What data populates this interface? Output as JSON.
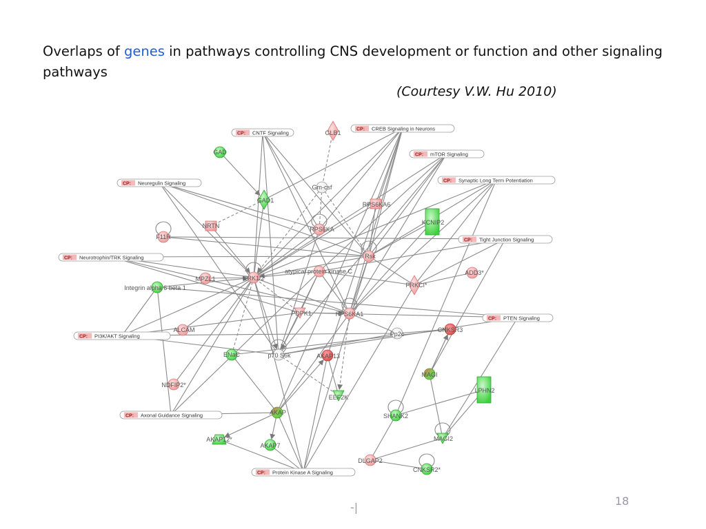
{
  "title": {
    "prefix": "Overlaps of ",
    "highlight": "genes",
    "suffix": " in pathways controlling CNS development or function and other signaling pathways"
  },
  "courtesy": "(Courtesy V.W. Hu 2010)",
  "slide_number": "18",
  "footer_mark": "-|",
  "colors": {
    "title_text": "#111111",
    "highlight": "#1f5fd6",
    "up_regulated": "#f3a3a3",
    "down_regulated": "#5fe05f",
    "edge": "#8a8a8a",
    "pathway_tag": "#f4b9b9",
    "slide_number": "#9a9aa6"
  },
  "pathways": [
    {
      "id": "cntf",
      "tag": "CP:",
      "label": "CNTF Signaling"
    },
    {
      "id": "creb",
      "tag": "CP:",
      "label": "CREB Signaling in Neurons"
    },
    {
      "id": "mtor",
      "tag": "CP:",
      "label": "mTOR Signaling"
    },
    {
      "id": "neuregulin",
      "tag": "CP:",
      "label": "Neuregulin Signaling"
    },
    {
      "id": "synaptic",
      "tag": "CP:",
      "label": "Synaptic Long Term Potentiation"
    },
    {
      "id": "tight",
      "tag": "CP:",
      "label": "Tight Junction Signaling"
    },
    {
      "id": "neurotrophin",
      "tag": "CP:",
      "label": "Neurotrophin/TRK Signaling"
    },
    {
      "id": "pten",
      "tag": "CP:",
      "label": "PTEN Signaling"
    },
    {
      "id": "pi3k",
      "tag": "CP:",
      "label": "PI3K/AKT Signaling"
    },
    {
      "id": "axonal",
      "tag": "CP:",
      "label": "Axonal Guidance Signaling"
    },
    {
      "id": "pka",
      "tag": "CP:",
      "label": "Protein Kinase A Signaling"
    }
  ],
  "genes": [
    {
      "id": "GLB1",
      "label": "GLB1",
      "shape": "diamond",
      "regulation": "up",
      "self_loop": false
    },
    {
      "id": "GAD",
      "label": "GAD",
      "shape": "circle",
      "regulation": "down",
      "self_loop": false
    },
    {
      "id": "Gm-csf",
      "label": "Gm-csf",
      "shape": "circle",
      "regulation": "none",
      "self_loop": false
    },
    {
      "id": "GAD1",
      "label": "GAD1",
      "shape": "diamond",
      "regulation": "down",
      "self_loop": false
    },
    {
      "id": "RPS6KA6",
      "label": "RPS6KA6",
      "shape": "square",
      "regulation": "up",
      "self_loop": false
    },
    {
      "id": "NRTN",
      "label": "NRTN",
      "shape": "square",
      "regulation": "up",
      "self_loop": false
    },
    {
      "id": "RPS6KA",
      "label": "RPS6KA",
      "shape": "circle",
      "regulation": "up",
      "self_loop": true
    },
    {
      "id": "KCNIP2",
      "label": "KCNIP2",
      "shape": "rect-tall",
      "regulation": "down",
      "self_loop": false
    },
    {
      "id": "F11R",
      "label": "F11R",
      "shape": "circle",
      "regulation": "up",
      "self_loop": true
    },
    {
      "id": "Rsk",
      "label": "Rsk",
      "shape": "circle",
      "regulation": "up",
      "self_loop": true
    },
    {
      "id": "atypical protein kinase C",
      "label": "atypical protein kinase C",
      "shape": "circle",
      "regulation": "up",
      "self_loop": false
    },
    {
      "id": "ADD3*",
      "label": "ADD3*",
      "shape": "circle",
      "regulation": "up",
      "self_loop": false
    },
    {
      "id": "MPZL1",
      "label": "MPZL1",
      "shape": "circle",
      "regulation": "up",
      "self_loop": false
    },
    {
      "id": "ERK1/2",
      "label": "ERK1/2",
      "shape": "circle",
      "regulation": "up",
      "self_loop": true
    },
    {
      "id": "Integrin alpha 6 beta 1",
      "label": "Integrin alpha 6 beta 1",
      "shape": "circle",
      "regulation": "down",
      "self_loop": false
    },
    {
      "id": "PRKCI*",
      "label": "PRKCI*",
      "shape": "diamond",
      "regulation": "up",
      "self_loop": false
    },
    {
      "id": "PDPK1",
      "label": "PDPK1",
      "shape": "triangle",
      "regulation": "up",
      "self_loop": false
    },
    {
      "id": "RPS6KA1",
      "label": "RPS6KA1",
      "shape": "circle",
      "regulation": "up",
      "self_loop": true
    },
    {
      "id": "ALCAM",
      "label": "ALCAM",
      "shape": "circle",
      "regulation": "up",
      "self_loop": false
    },
    {
      "id": "Pp2c",
      "label": "Pp2c",
      "shape": "circle",
      "regulation": "none",
      "self_loop": false
    },
    {
      "id": "CNKSR3",
      "label": "CNKSR3",
      "shape": "circle",
      "regulation": "up-strong",
      "self_loop": false
    },
    {
      "id": "ENaC",
      "label": "ENaC",
      "shape": "circle",
      "regulation": "down",
      "self_loop": false
    },
    {
      "id": "p70 S6k",
      "label": "p70 S6k",
      "shape": "circle",
      "regulation": "none",
      "self_loop": true
    },
    {
      "id": "AKAP13",
      "label": "AKAP13",
      "shape": "circle",
      "regulation": "up-strong",
      "self_loop": false
    },
    {
      "id": "MAGI",
      "label": "MAGI",
      "shape": "circle",
      "regulation": "mixed",
      "self_loop": false
    },
    {
      "id": "NDFIP2*",
      "label": "NDFIP2*",
      "shape": "circle",
      "regulation": "up",
      "self_loop": false
    },
    {
      "id": "LPHN2",
      "label": "LPHN2",
      "shape": "rect-tall",
      "regulation": "down",
      "self_loop": false
    },
    {
      "id": "EEF2K",
      "label": "EEF2K",
      "shape": "triangle",
      "regulation": "down",
      "self_loop": false
    },
    {
      "id": "AKAP",
      "label": "AKAP",
      "shape": "circle",
      "regulation": "mixed",
      "self_loop": false
    },
    {
      "id": "SHANK2",
      "label": "SHANK2",
      "shape": "circle",
      "regulation": "down",
      "self_loop": true
    },
    {
      "id": "AKAP12*",
      "label": "AKAP12*",
      "shape": "trapezoid",
      "regulation": "down",
      "self_loop": false
    },
    {
      "id": "MAGI2",
      "label": "MAGI2",
      "shape": "triangle",
      "regulation": "down",
      "self_loop": true
    },
    {
      "id": "AKAP7",
      "label": "AKAP7",
      "shape": "circle",
      "regulation": "down",
      "self_loop": false
    },
    {
      "id": "DLGAP2",
      "label": "DLGAP2",
      "shape": "circle",
      "regulation": "up",
      "self_loop": false
    },
    {
      "id": "CNKSR2*",
      "label": "CNKSR2*",
      "shape": "circle",
      "regulation": "down",
      "self_loop": true
    }
  ],
  "edges": [
    {
      "from": "GAD",
      "to": "GAD1",
      "style": "solid",
      "arrow": true
    },
    {
      "from": "GLB1",
      "to": "Gm-csf",
      "style": "dashed",
      "arrow": false
    },
    {
      "from": "GAD1",
      "to": "NRTN",
      "style": "dashed",
      "arrow": false
    },
    {
      "from": "GAD1",
      "to": "ERK1/2",
      "style": "solid",
      "arrow": false
    },
    {
      "from": "Gm-csf",
      "to": "RPS6KA",
      "style": "dashed",
      "arrow": false
    },
    {
      "from": "Gm-csf",
      "to": "Rsk",
      "style": "dashed",
      "arrow": false
    },
    {
      "from": "Gm-csf",
      "to": "ERK1/2",
      "style": "dashed",
      "arrow": true
    },
    {
      "from": "NRTN",
      "to": "ERK1/2",
      "style": "solid",
      "arrow": true
    },
    {
      "from": "F11R",
      "to": "Rsk",
      "style": "solid",
      "arrow": false
    },
    {
      "from": "RPS6KA",
      "to": "ERK1/2",
      "style": "solid",
      "arrow": false
    },
    {
      "from": "RPS6KA",
      "to": "p70 S6k",
      "style": "solid",
      "arrow": false
    },
    {
      "from": "RPS6KA6",
      "to": "ERK1/2",
      "style": "solid",
      "arrow": false
    },
    {
      "from": "RPS6KA6",
      "to": "Rsk",
      "style": "solid",
      "arrow": false
    },
    {
      "from": "KCNIP2",
      "to": "Rsk",
      "style": "solid",
      "arrow": false
    },
    {
      "from": "KCNIP2",
      "to": "RPS6KA1",
      "style": "solid",
      "arrow": false
    },
    {
      "from": "Rsk",
      "to": "ERK1/2",
      "style": "solid",
      "arrow": true
    },
    {
      "from": "Rsk",
      "to": "RPS6KA1",
      "style": "solid",
      "arrow": false
    },
    {
      "from": "Rsk",
      "to": "PRKCI*",
      "style": "solid",
      "arrow": false
    },
    {
      "from": "atypical protein kinase C",
      "to": "ERK1/2",
      "style": "solid",
      "arrow": false
    },
    {
      "from": "atypical protein kinase C",
      "to": "PRKCI*",
      "style": "solid",
      "arrow": false
    },
    {
      "from": "atypical protein kinase C",
      "to": "PDPK1",
      "style": "solid",
      "arrow": false
    },
    {
      "from": "atypical protein kinase C",
      "to": "p70 S6k",
      "style": "solid",
      "arrow": false
    },
    {
      "from": "atypical protein kinase C",
      "to": "RPS6KA1",
      "style": "solid",
      "arrow": false
    },
    {
      "from": "MPZL1",
      "to": "ERK1/2",
      "style": "solid",
      "arrow": false
    },
    {
      "from": "Integrin alpha 6 beta 1",
      "to": "ERK1/2",
      "style": "solid",
      "arrow": true
    },
    {
      "from": "ERK1/2",
      "to": "ENaC",
      "style": "dashed",
      "arrow": false
    },
    {
      "from": "ERK1/2",
      "to": "p70 S6k",
      "style": "solid",
      "arrow": true
    },
    {
      "from": "ERK1/2",
      "to": "RPS6KA1",
      "style": "solid",
      "arrow": false
    },
    {
      "from": "PDPK1",
      "to": "RPS6KA1",
      "style": "solid",
      "arrow": true
    },
    {
      "from": "PDPK1",
      "to": "p70 S6k",
      "style": "solid",
      "arrow": true
    },
    {
      "from": "PDPK1",
      "to": "ERK1/2",
      "style": "dashed",
      "arrow": false
    },
    {
      "from": "RPS6KA1",
      "to": "EEF2K",
      "style": "dashed",
      "arrow": true
    },
    {
      "from": "RPS6KA1",
      "to": "Pp2c",
      "style": "solid",
      "arrow": false
    },
    {
      "from": "Pp2c",
      "to": "p70 S6k",
      "style": "solid",
      "arrow": false
    },
    {
      "from": "p70 S6k",
      "to": "EEF2K",
      "style": "dashed",
      "arrow": false
    },
    {
      "from": "CNKSR3",
      "to": "MAGI",
      "style": "solid",
      "arrow": false
    },
    {
      "from": "CNKSR3",
      "to": "ENaC",
      "style": "solid",
      "arrow": false
    },
    {
      "from": "CNKSR3",
      "to": "Pp2c",
      "style": "solid",
      "arrow": false
    },
    {
      "from": "MAGI",
      "to": "MAGI2",
      "style": "solid",
      "arrow": false
    },
    {
      "from": "MAGI",
      "to": "CNKSR3",
      "style": "solid",
      "arrow": true
    },
    {
      "from": "AKAP",
      "to": "AKAP13",
      "style": "solid",
      "arrow": true
    },
    {
      "from": "AKAP",
      "to": "AKAP7",
      "style": "solid",
      "arrow": true
    },
    {
      "from": "AKAP",
      "to": "AKAP12*",
      "style": "solid",
      "arrow": true
    },
    {
      "from": "AKAP",
      "to": "RPS6KA1",
      "style": "solid",
      "arrow": false
    },
    {
      "from": "SHANK2",
      "to": "DLGAP2",
      "style": "solid",
      "arrow": false
    },
    {
      "from": "DLGAP2",
      "to": "MAGI2",
      "style": "solid",
      "arrow": false
    },
    {
      "from": "DLGAP2",
      "to": "CNKSR2*",
      "style": "solid",
      "arrow": false
    },
    {
      "from": "LPHN2",
      "to": "SHANK2",
      "style": "solid",
      "arrow": false
    },
    {
      "from": "MAGI2",
      "to": "LPHN2",
      "style": "solid",
      "arrow": false
    },
    {
      "from": "NDFIP2*",
      "to": "ERK1/2",
      "style": "solid",
      "arrow": false
    },
    {
      "from": "ALCAM",
      "to": "ERK1/2",
      "style": "solid",
      "arrow": false
    },
    {
      "from": "ENaC",
      "to": "AKAP",
      "style": "solid",
      "arrow": false
    },
    {
      "from": "AKAP13",
      "to": "EEF2K",
      "style": "solid",
      "arrow": false
    },
    {
      "from": "ADD3*",
      "to": "PRKCI*",
      "style": "solid",
      "arrow": false
    },
    {
      "from": "cntf",
      "to": "ERK1/2",
      "style": "solid",
      "arrow": false
    },
    {
      "from": "cntf",
      "to": "Rsk",
      "style": "solid",
      "arrow": false
    },
    {
      "from": "cntf",
      "to": "RPS6KA",
      "style": "solid",
      "arrow": false
    },
    {
      "from": "cntf",
      "to": "p70 S6k",
      "style": "solid",
      "arrow": false
    },
    {
      "from": "cntf",
      "to": "RPS6KA1",
      "style": "solid",
      "arrow": false
    },
    {
      "from": "creb",
      "to": "ERK1/2",
      "style": "solid",
      "arrow": false
    },
    {
      "from": "creb",
      "to": "RPS6KA6",
      "style": "solid",
      "arrow": false
    },
    {
      "from": "creb",
      "to": "RPS6KA",
      "style": "solid",
      "arrow": false
    },
    {
      "from": "creb",
      "to": "Rsk",
      "style": "solid",
      "arrow": false
    },
    {
      "from": "creb",
      "to": "AKAP13",
      "style": "solid",
      "arrow": false
    },
    {
      "from": "creb",
      "to": "AKAP",
      "style": "solid",
      "arrow": false
    },
    {
      "from": "creb",
      "to": "RPS6KA1",
      "style": "solid",
      "arrow": false
    },
    {
      "from": "creb",
      "to": "GAD1",
      "style": "solid",
      "arrow": false
    },
    {
      "from": "mtor",
      "to": "Rsk",
      "style": "solid",
      "arrow": false
    },
    {
      "from": "mtor",
      "to": "RPS6KA1",
      "style": "solid",
      "arrow": false
    },
    {
      "from": "mtor",
      "to": "p70 S6k",
      "style": "solid",
      "arrow": false
    },
    {
      "from": "mtor",
      "to": "atypical protein kinase C",
      "style": "solid",
      "arrow": false
    },
    {
      "from": "mtor",
      "to": "ERK1/2",
      "style": "solid",
      "arrow": false
    },
    {
      "from": "neuregulin",
      "to": "ERK1/2",
      "style": "solid",
      "arrow": false
    },
    {
      "from": "neuregulin",
      "to": "RPS6KA",
      "style": "solid",
      "arrow": false
    },
    {
      "from": "neuregulin",
      "to": "p70 S6k",
      "style": "solid",
      "arrow": false
    },
    {
      "from": "neuregulin",
      "to": "Rsk",
      "style": "solid",
      "arrow": false
    },
    {
      "from": "synaptic",
      "to": "ERK1/2",
      "style": "solid",
      "arrow": false
    },
    {
      "from": "synaptic",
      "to": "Rsk",
      "style": "solid",
      "arrow": false
    },
    {
      "from": "synaptic",
      "to": "PRKCI*",
      "style": "solid",
      "arrow": false
    },
    {
      "from": "synaptic",
      "to": "SHANK2",
      "style": "solid",
      "arrow": false
    },
    {
      "from": "synaptic",
      "to": "RPS6KA1",
      "style": "solid",
      "arrow": false
    },
    {
      "from": "tight",
      "to": "F11R",
      "style": "solid",
      "arrow": false
    },
    {
      "from": "tight",
      "to": "MAGI",
      "style": "solid",
      "arrow": false
    },
    {
      "from": "tight",
      "to": "PRKCI*",
      "style": "solid",
      "arrow": false
    },
    {
      "from": "tight",
      "to": "atypical protein kinase C",
      "style": "solid",
      "arrow": false
    },
    {
      "from": "neurotrophin",
      "to": "ERK1/2",
      "style": "solid",
      "arrow": false
    },
    {
      "from": "neurotrophin",
      "to": "Rsk",
      "style": "solid",
      "arrow": false
    },
    {
      "from": "neurotrophin",
      "to": "RPS6KA1",
      "style": "solid",
      "arrow": false
    },
    {
      "from": "neurotrophin",
      "to": "PDPK1",
      "style": "solid",
      "arrow": false
    },
    {
      "from": "pten",
      "to": "PDPK1",
      "style": "solid",
      "arrow": false
    },
    {
      "from": "pten",
      "to": "p70 S6k",
      "style": "solid",
      "arrow": false
    },
    {
      "from": "pten",
      "to": "Integrin alpha 6 beta 1",
      "style": "solid",
      "arrow": false
    },
    {
      "from": "pten",
      "to": "MAGI2",
      "style": "solid",
      "arrow": false
    },
    {
      "from": "pi3k",
      "to": "ERK1/2",
      "style": "solid",
      "arrow": false
    },
    {
      "from": "pi3k",
      "to": "PDPK1",
      "style": "solid",
      "arrow": false
    },
    {
      "from": "pi3k",
      "to": "p70 S6k",
      "style": "solid",
      "arrow": false
    },
    {
      "from": "pi3k",
      "to": "Pp2c",
      "style": "solid",
      "arrow": false
    },
    {
      "from": "pi3k",
      "to": "Integrin alpha 6 beta 1",
      "style": "solid",
      "arrow": false
    },
    {
      "from": "axonal",
      "to": "ERK1/2",
      "style": "solid",
      "arrow": false
    },
    {
      "from": "axonal",
      "to": "AKAP",
      "style": "solid",
      "arrow": false
    },
    {
      "from": "axonal",
      "to": "atypical protein kinase C",
      "style": "solid",
      "arrow": false
    },
    {
      "from": "axonal",
      "to": "Integrin alpha 6 beta 1",
      "style": "solid",
      "arrow": false
    },
    {
      "from": "pka",
      "to": "AKAP",
      "style": "solid",
      "arrow": false
    },
    {
      "from": "pka",
      "to": "AKAP7",
      "style": "solid",
      "arrow": false
    },
    {
      "from": "pka",
      "to": "AKAP12*",
      "style": "solid",
      "arrow": false
    },
    {
      "from": "pka",
      "to": "AKAP13",
      "style": "solid",
      "arrow": false
    },
    {
      "from": "pka",
      "to": "ERK1/2",
      "style": "solid",
      "arrow": false
    },
    {
      "from": "pka",
      "to": "Rsk",
      "style": "solid",
      "arrow": false
    },
    {
      "from": "pka",
      "to": "PRKCI*",
      "style": "solid",
      "arrow": false
    }
  ]
}
